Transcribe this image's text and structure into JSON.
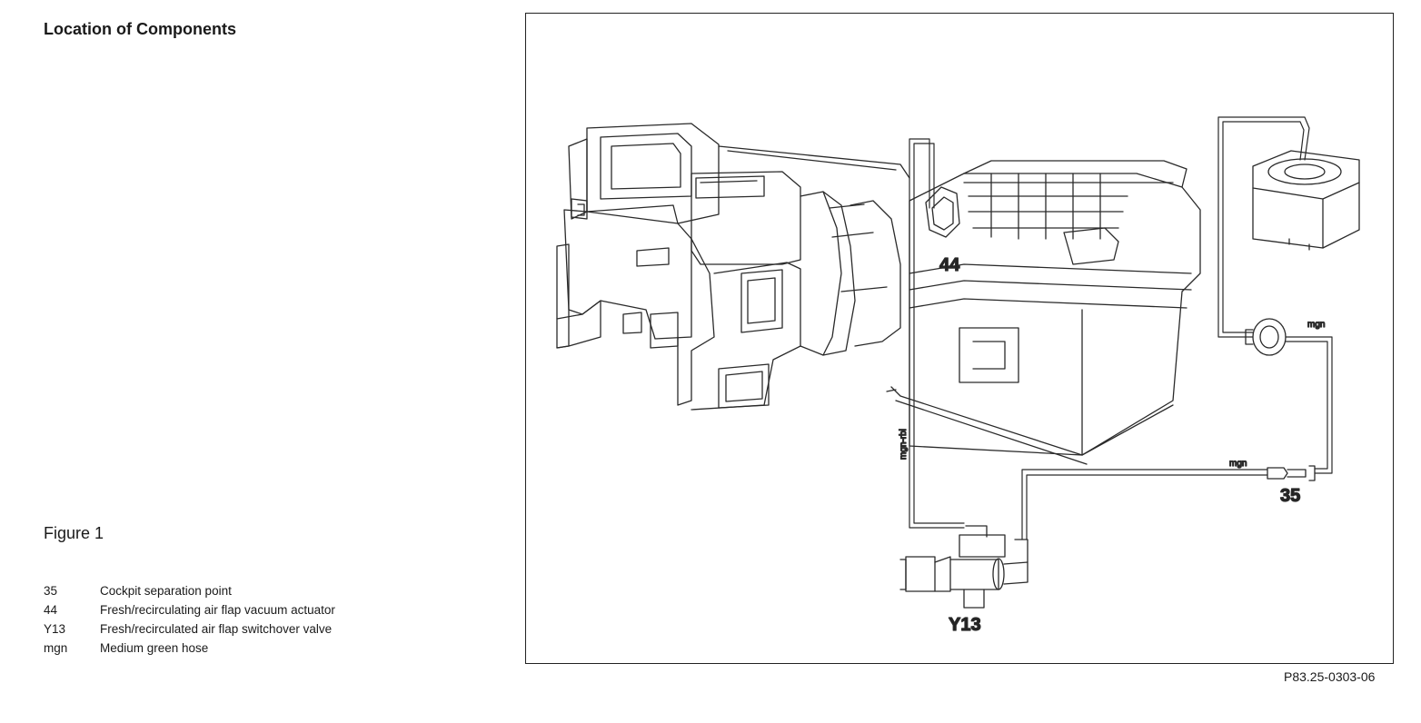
{
  "title": "Location of Components",
  "figure_label": "Figure 1",
  "legend": [
    {
      "code": "35",
      "text": "Cockpit separation point"
    },
    {
      "code": "44",
      "text": "Fresh/recirculating air flap vacuum actuator"
    },
    {
      "code": "Y13",
      "text": "Fresh/recirculated air flap switchover valve"
    },
    {
      "code": "mgn",
      "text": "Medium green hose"
    }
  ],
  "diagram": {
    "callouts": {
      "c44": "44",
      "c35": "35",
      "cY13": "Y13"
    },
    "hose_labels": {
      "vertical": "mgn-rbl",
      "upper_right": "mgn",
      "lower_right": "mgn"
    }
  },
  "figure_code": "P83.25-0303-06"
}
